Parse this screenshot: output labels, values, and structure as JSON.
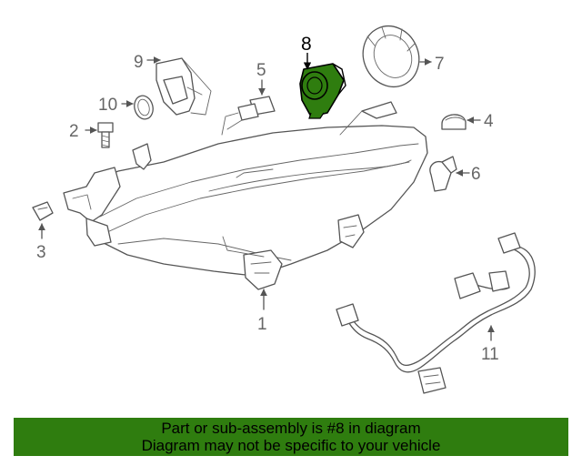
{
  "diagram": {
    "callouts": [
      {
        "id": "c1",
        "label": "1"
      },
      {
        "id": "c2",
        "label": "2"
      },
      {
        "id": "c3",
        "label": "3"
      },
      {
        "id": "c4",
        "label": "4"
      },
      {
        "id": "c5",
        "label": "5"
      },
      {
        "id": "c6",
        "label": "6"
      },
      {
        "id": "c7",
        "label": "7"
      },
      {
        "id": "c8",
        "label": "8",
        "highlighted": true
      },
      {
        "id": "c9",
        "label": "9"
      },
      {
        "id": "c10",
        "label": "10"
      },
      {
        "id": "c11",
        "label": "11"
      }
    ],
    "highlight_color": "#2f7d0f"
  },
  "banner": {
    "line1": "Part or sub-assembly is #8 in diagram",
    "line2": "Diagram may not be specific to your vehicle",
    "background": "#2f7d0f"
  }
}
